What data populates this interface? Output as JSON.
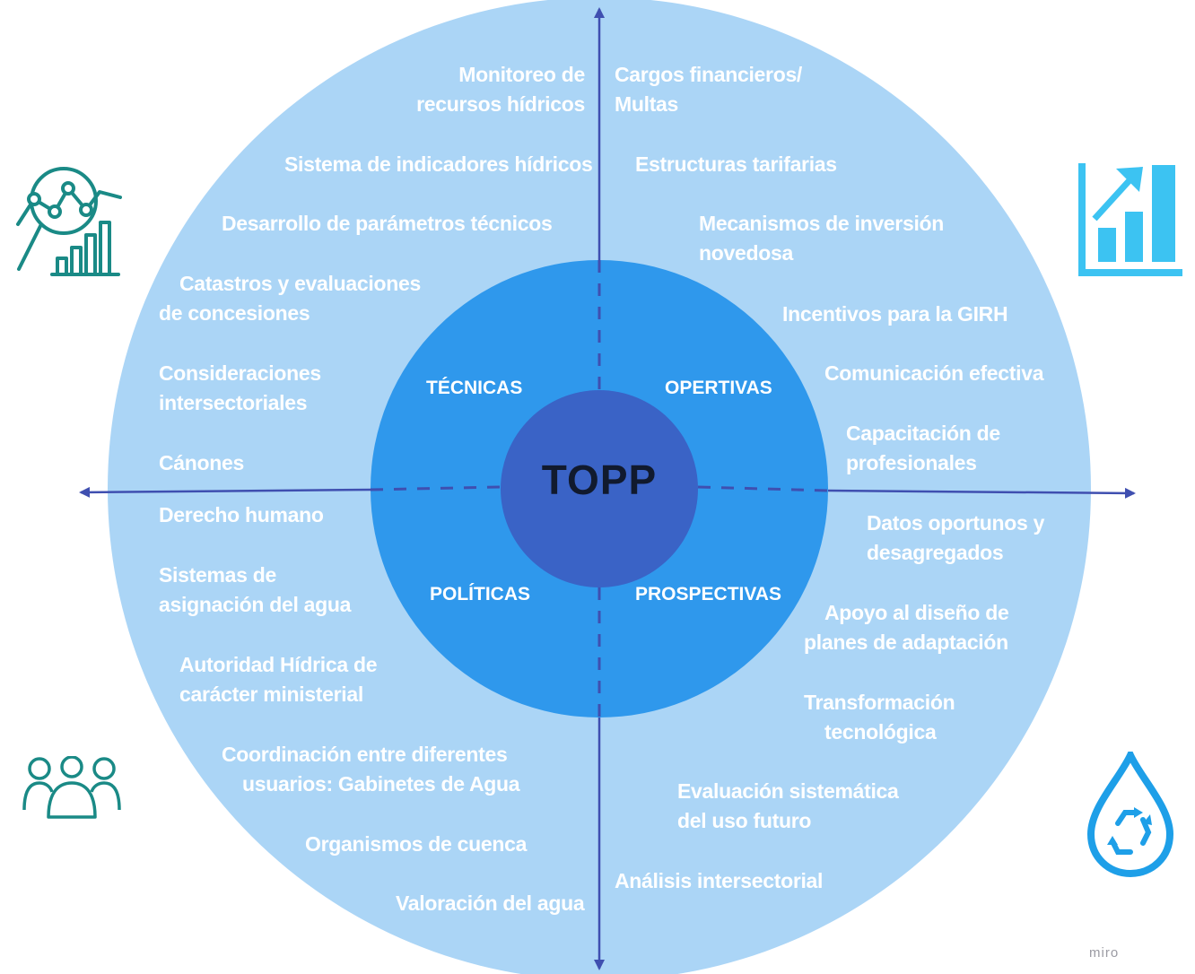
{
  "center": "TOPP",
  "quadrants": {
    "top_left": "TÉCNICAS",
    "top_right": "OPERTIVAS",
    "bottom_left": "POLÍTICAS",
    "bottom_right": "PROSPECTIVAS"
  },
  "items": {
    "monitoreo": [
      "Monitoreo de",
      "recursos hídricos"
    ],
    "indicadores": [
      "Sistema de indicadores hídricos"
    ],
    "parametros": [
      "Desarrollo de parámetros técnicos"
    ],
    "catastros": [
      "Catastros y evaluaciones",
      "de concesiones"
    ],
    "consideraciones": [
      "Consideraciones",
      "intersectoriales"
    ],
    "canones": [
      "Cánones"
    ],
    "derecho": [
      "Derecho humano"
    ],
    "asignacion": [
      "Sistemas de",
      "asignación del agua"
    ],
    "autoridad": [
      "Autoridad Hídrica de",
      "carácter ministerial"
    ],
    "coordinacion": [
      "Coordinación entre diferentes",
      "usuarios: Gabinetes de Agua"
    ],
    "organismos": [
      "Organismos de cuenca"
    ],
    "valoracion": [
      "Valoración del agua"
    ],
    "cargos": [
      "Cargos financieros/",
      "Multas"
    ],
    "tarifas": [
      "Estructuras tarifarias"
    ],
    "mecanismos": [
      "Mecanismos de inversión",
      "novedosa"
    ],
    "incentivos": [
      "Incentivos para la GIRH"
    ],
    "comunicacion": [
      "Comunicación efectiva"
    ],
    "capacitacion": [
      "Capacitación de",
      "profesionales"
    ],
    "datos": [
      "Datos oportunos y",
      "desagregados"
    ],
    "apoyo": [
      "Apoyo al diseño de",
      "planes de adaptación"
    ],
    "transformacion": [
      "Transformación",
      "tecnológica"
    ],
    "evaluacion": [
      "Evaluación sistemática",
      "del uso futuro"
    ],
    "analisis": [
      "Análisis intersectorial"
    ]
  },
  "icons": {
    "top_left": "analytics-magnifier-icon",
    "top_right": "growth-bar-chart-icon",
    "bottom_left": "people-group-icon",
    "bottom_right": "water-drop-recycle-icon"
  },
  "watermark": "miro",
  "colors": {
    "outer_circle": "#abd5f6",
    "middle_circle": "#2f98ec",
    "inner_circle": "#3a63c6",
    "axis": "#3f4fb0",
    "teal_icon": "#1a8a86",
    "cyan_icon": "#3cc3f2",
    "drop_icon": "#1e9fe8"
  }
}
